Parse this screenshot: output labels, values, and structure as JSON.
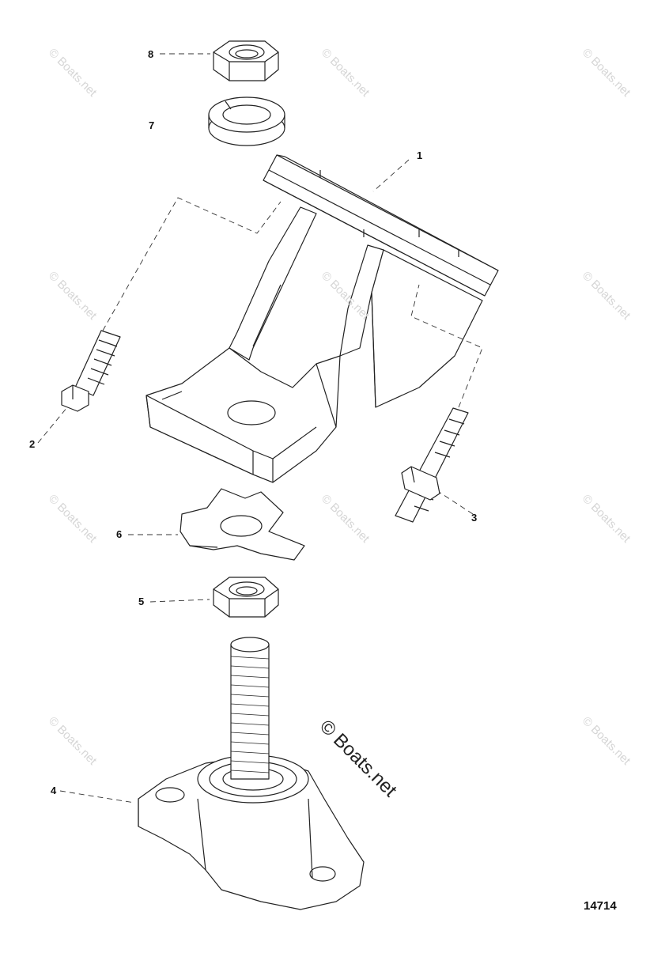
{
  "diagram": {
    "callouts": [
      {
        "id": "c1",
        "label": "1"
      },
      {
        "id": "c2",
        "label": "2"
      },
      {
        "id": "c3",
        "label": "3"
      },
      {
        "id": "c4",
        "label": "4"
      },
      {
        "id": "c5",
        "label": "5"
      },
      {
        "id": "c6",
        "label": "6"
      },
      {
        "id": "c7",
        "label": "7"
      },
      {
        "id": "c8",
        "label": "8"
      }
    ],
    "diagram_number": "14714",
    "watermark_main": "© Boats.net",
    "watermark_tile": "© Boats.net"
  }
}
